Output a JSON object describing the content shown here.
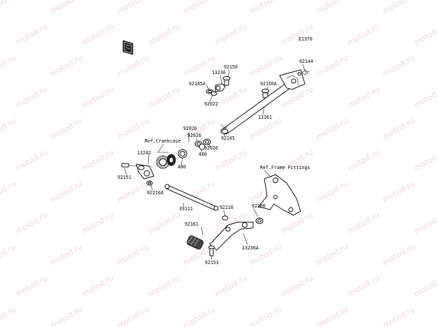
{
  "diagram": {
    "id_code": "E1370",
    "watermark": "motod.ru",
    "labels": {
      "p92144": "92144",
      "p92150": "92150",
      "p13236": "13236",
      "p92145A": "92145A",
      "p92022": "92022",
      "p92150A": "92150A",
      "p13161": "13161",
      "p92026_a": "92026",
      "p92026_b": "92026",
      "p92026_c": "92026",
      "ref_crankcase": "Ref.Crankcase",
      "p92145": "92145",
      "p13242": "13242",
      "p480_a": "480",
      "p480_b": "480",
      "p92151": "92151",
      "p92210A": "92210A",
      "ref_frame": "Ref.Frame Fittings",
      "p39111": "39111",
      "p92210": "92210",
      "p92200": "92200",
      "p92161": "92161",
      "p13236A": "13236A",
      "p92153": "92153"
    }
  }
}
